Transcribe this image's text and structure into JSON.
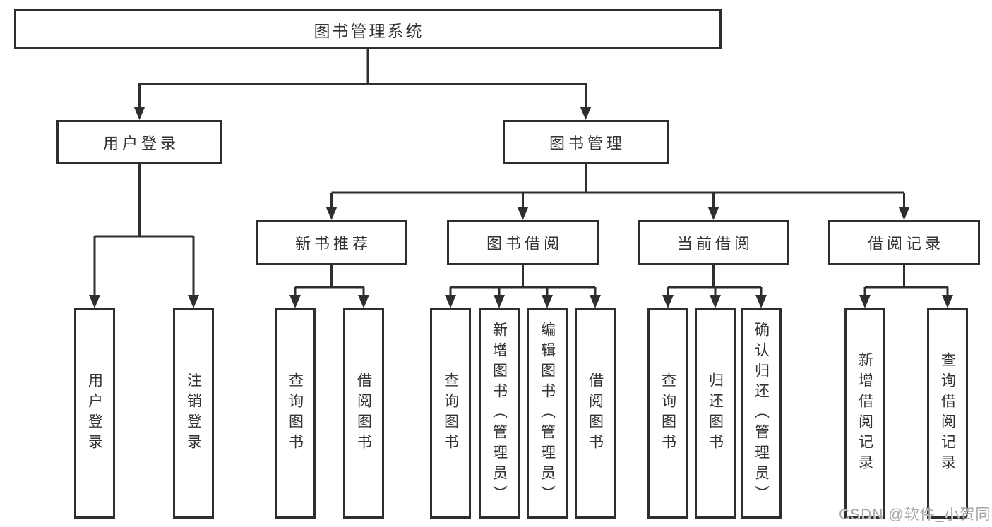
{
  "diagram_title": "图书管理系统",
  "colors": {
    "line": "#2e2e2e",
    "border": "#2e2e2e",
    "text": "#333333",
    "box_fill": "#ffffff",
    "background": "#ffffff",
    "watermark": "#a6a6a6"
  },
  "nodes": {
    "root": "图书管理系统",
    "level2": [
      "用户登录",
      "图书管理"
    ],
    "level3": [
      "新书推荐",
      "图书借阅",
      "当前借阅",
      "借阅记录"
    ],
    "leaves": {
      "user_login": [
        "用户登录",
        "注销登录"
      ],
      "new_book_recommend": [
        "查询图书",
        "借阅图书"
      ],
      "book_borrow": [
        "查询图书",
        "新增图书（管理员）",
        "编辑图书（管理员）",
        "借阅图书"
      ],
      "current_borrow": [
        "查询图书",
        "归还图书",
        "确认归还（管理员）"
      ],
      "borrow_records": [
        "新增借阅记录",
        "查询借阅记录"
      ]
    }
  },
  "watermark": "CSDN @软件_小贺同学"
}
